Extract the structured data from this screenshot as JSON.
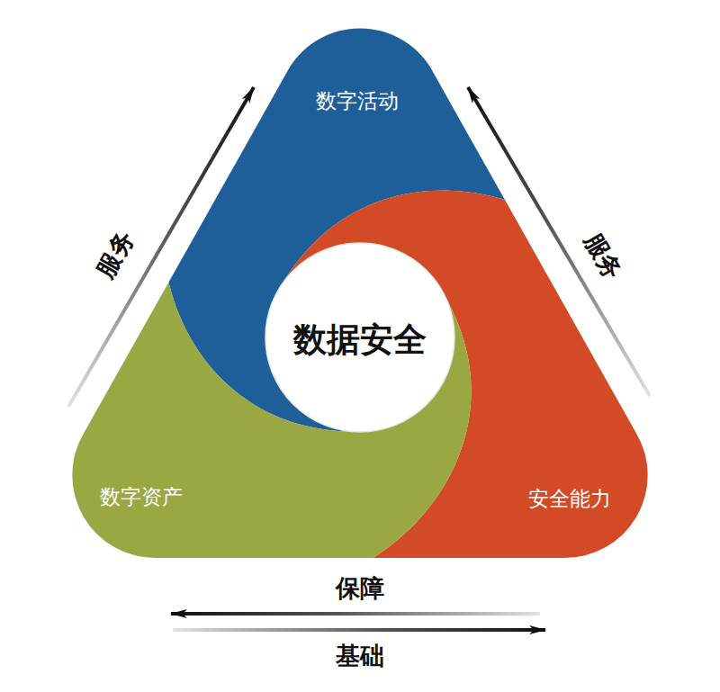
{
  "diagram": {
    "nodes": [
      {
        "text": [
          "数字活动"
        ]
      },
      {
        "text": [
          "数据安全"
        ]
      },
      {
        "text": [
          "数字资产"
        ]
      },
      {
        "text": [
          "安全能力"
        ]
      }
    ],
    "edges": [
      {
        "from": 2,
        "to": 0,
        "label": "服务",
        "arrow": "to"
      },
      {
        "from": 3,
        "to": 0,
        "label": "服务",
        "arrow": "to"
      },
      {
        "from": 3,
        "to": 2,
        "label": "保障",
        "arrow": "to"
      },
      {
        "from": 2,
        "to": 3,
        "label": "基础",
        "arrow": "to"
      }
    ]
  }
}
